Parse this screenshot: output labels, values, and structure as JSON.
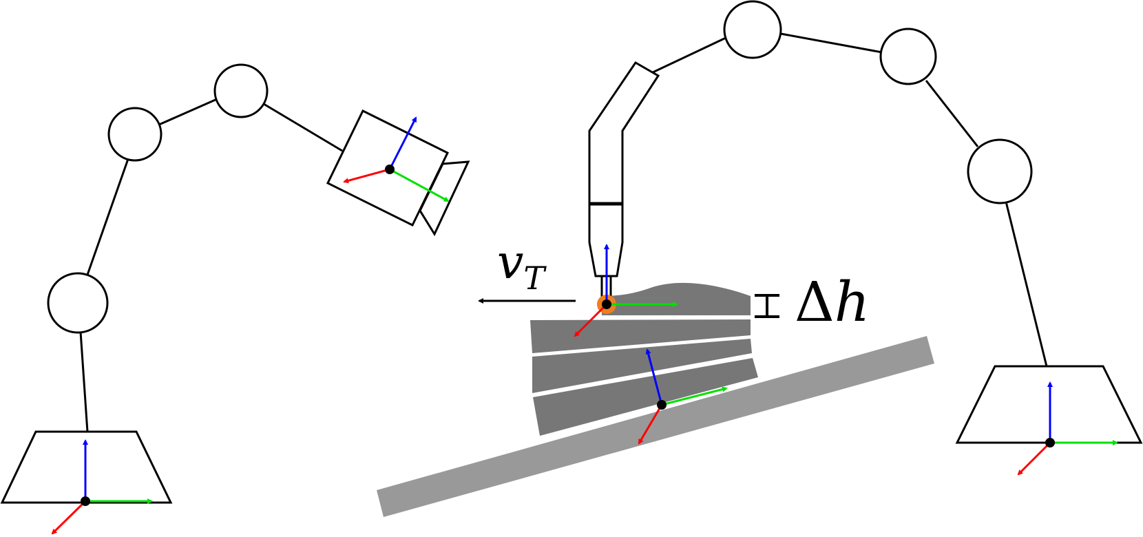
{
  "labels": {
    "velocity_symbol": "v",
    "velocity_subscript": "T",
    "height_delta_symbol": "Δ",
    "height_symbol": "h"
  },
  "colors": {
    "frame_x_axis": "#ff0000",
    "frame_y_axis": "#00e000",
    "frame_z_axis": "#0000ff",
    "frame_origin": "#000000",
    "tcp_marker": "#f07f1f",
    "build_plate": "#999999",
    "deposited_layers": "#777777",
    "robot_outline": "#000000"
  },
  "icons": {
    "left_robot": "robot-arm-with-camera",
    "right_robot": "robot-arm-with-deposition-nozzle",
    "coordinate_frame": "xyz-axes-triad"
  }
}
